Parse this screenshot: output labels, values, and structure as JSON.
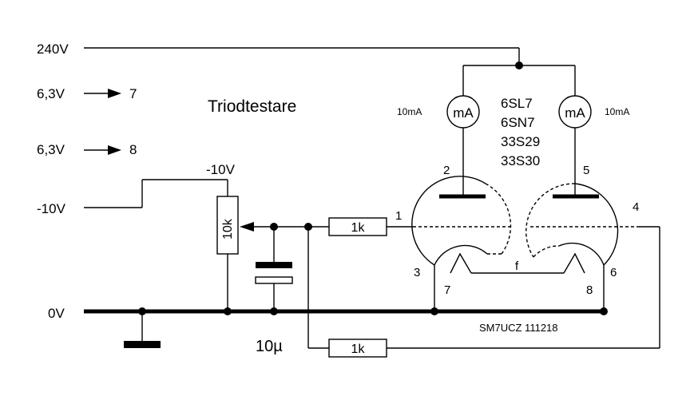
{
  "rails": {
    "v240": "240V",
    "v63a": "6,3V",
    "v63b": "6,3V",
    "vneg10": "-10V",
    "v0": "0V",
    "pin7": "7",
    "pin8": "8"
  },
  "title": "Triodtestare",
  "pot": {
    "label": "10k",
    "supply": "-10V"
  },
  "capacitor": "10µ",
  "resistors": {
    "grid": "1k",
    "feedback": "1k"
  },
  "meters": {
    "left_symbol": "mA",
    "left_range": "10mA",
    "right_symbol": "mA",
    "right_range": "10mA"
  },
  "tubes": [
    "6SL7",
    "6SN7",
    "33S29",
    "33S30"
  ],
  "pins": {
    "p1": "1",
    "p2": "2",
    "p3": "3",
    "p4": "4",
    "p5": "5",
    "p6": "6",
    "p7": "7",
    "p8": "8",
    "f": "f"
  },
  "credit": "SM7UCZ 111218"
}
